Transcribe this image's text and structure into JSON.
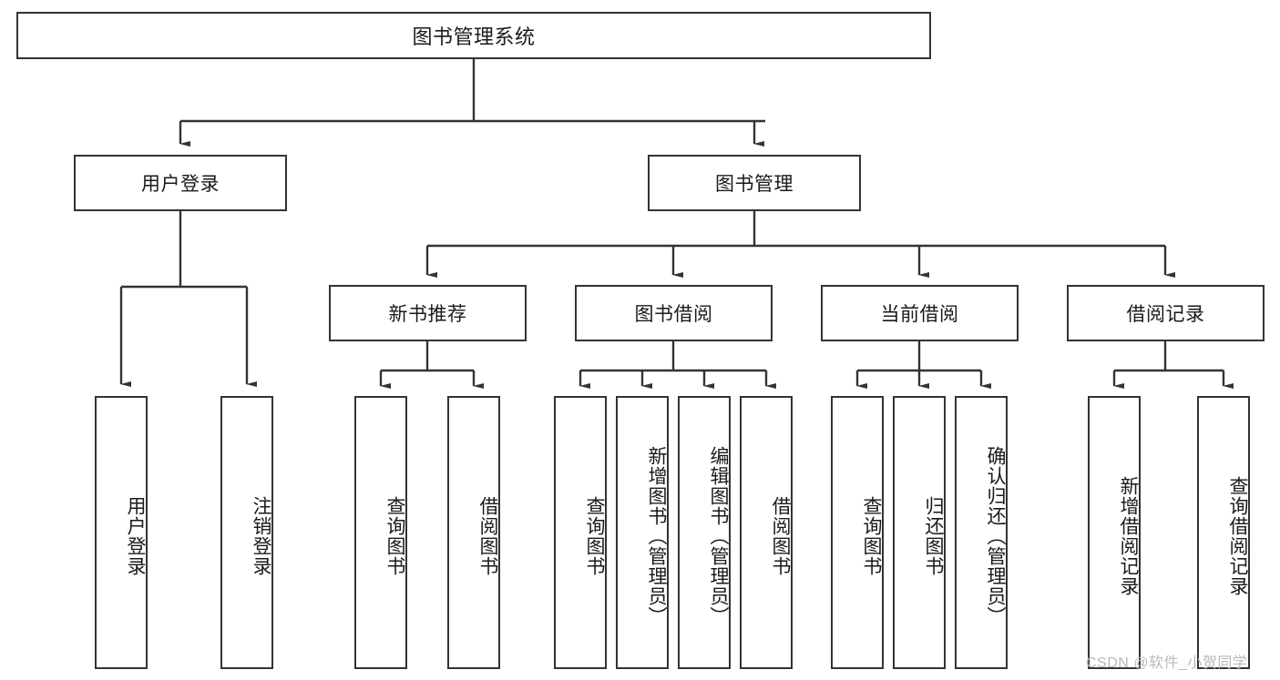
{
  "diagram": {
    "type": "tree-hierarchy",
    "title": "图书管理系统",
    "watermark": "CSDN @软件_小贺同学",
    "colors": {
      "stroke": "#333333",
      "fill": "#ffffff",
      "text": "#1a1a1a",
      "watermark": "#b9b9b9"
    },
    "levels": {
      "root": {
        "label": "图书管理系统"
      },
      "level2": [
        {
          "label": "用户登录"
        },
        {
          "label": "图书管理"
        }
      ],
      "level3": [
        {
          "label": "新书推荐"
        },
        {
          "label": "图书借阅"
        },
        {
          "label": "当前借阅"
        },
        {
          "label": "借阅记录"
        }
      ],
      "leaves": {
        "user_login": [
          {
            "label": "用户登录"
          },
          {
            "label": "注销登录"
          }
        ],
        "new_book_recommend": [
          {
            "label": "查询图书"
          },
          {
            "label": "借阅图书"
          }
        ],
        "book_borrow": [
          {
            "label": "查询图书"
          },
          {
            "label": "新增图书（管理员）"
          },
          {
            "label": "编辑图书（管理员）"
          },
          {
            "label": "借阅图书"
          }
        ],
        "current_borrow": [
          {
            "label": "查询图书"
          },
          {
            "label": "归还图书"
          },
          {
            "label": "确认归还（管理员）"
          }
        ],
        "borrow_record": [
          {
            "label": "新增借阅记录"
          },
          {
            "label": "查询借阅记录"
          }
        ]
      }
    }
  }
}
